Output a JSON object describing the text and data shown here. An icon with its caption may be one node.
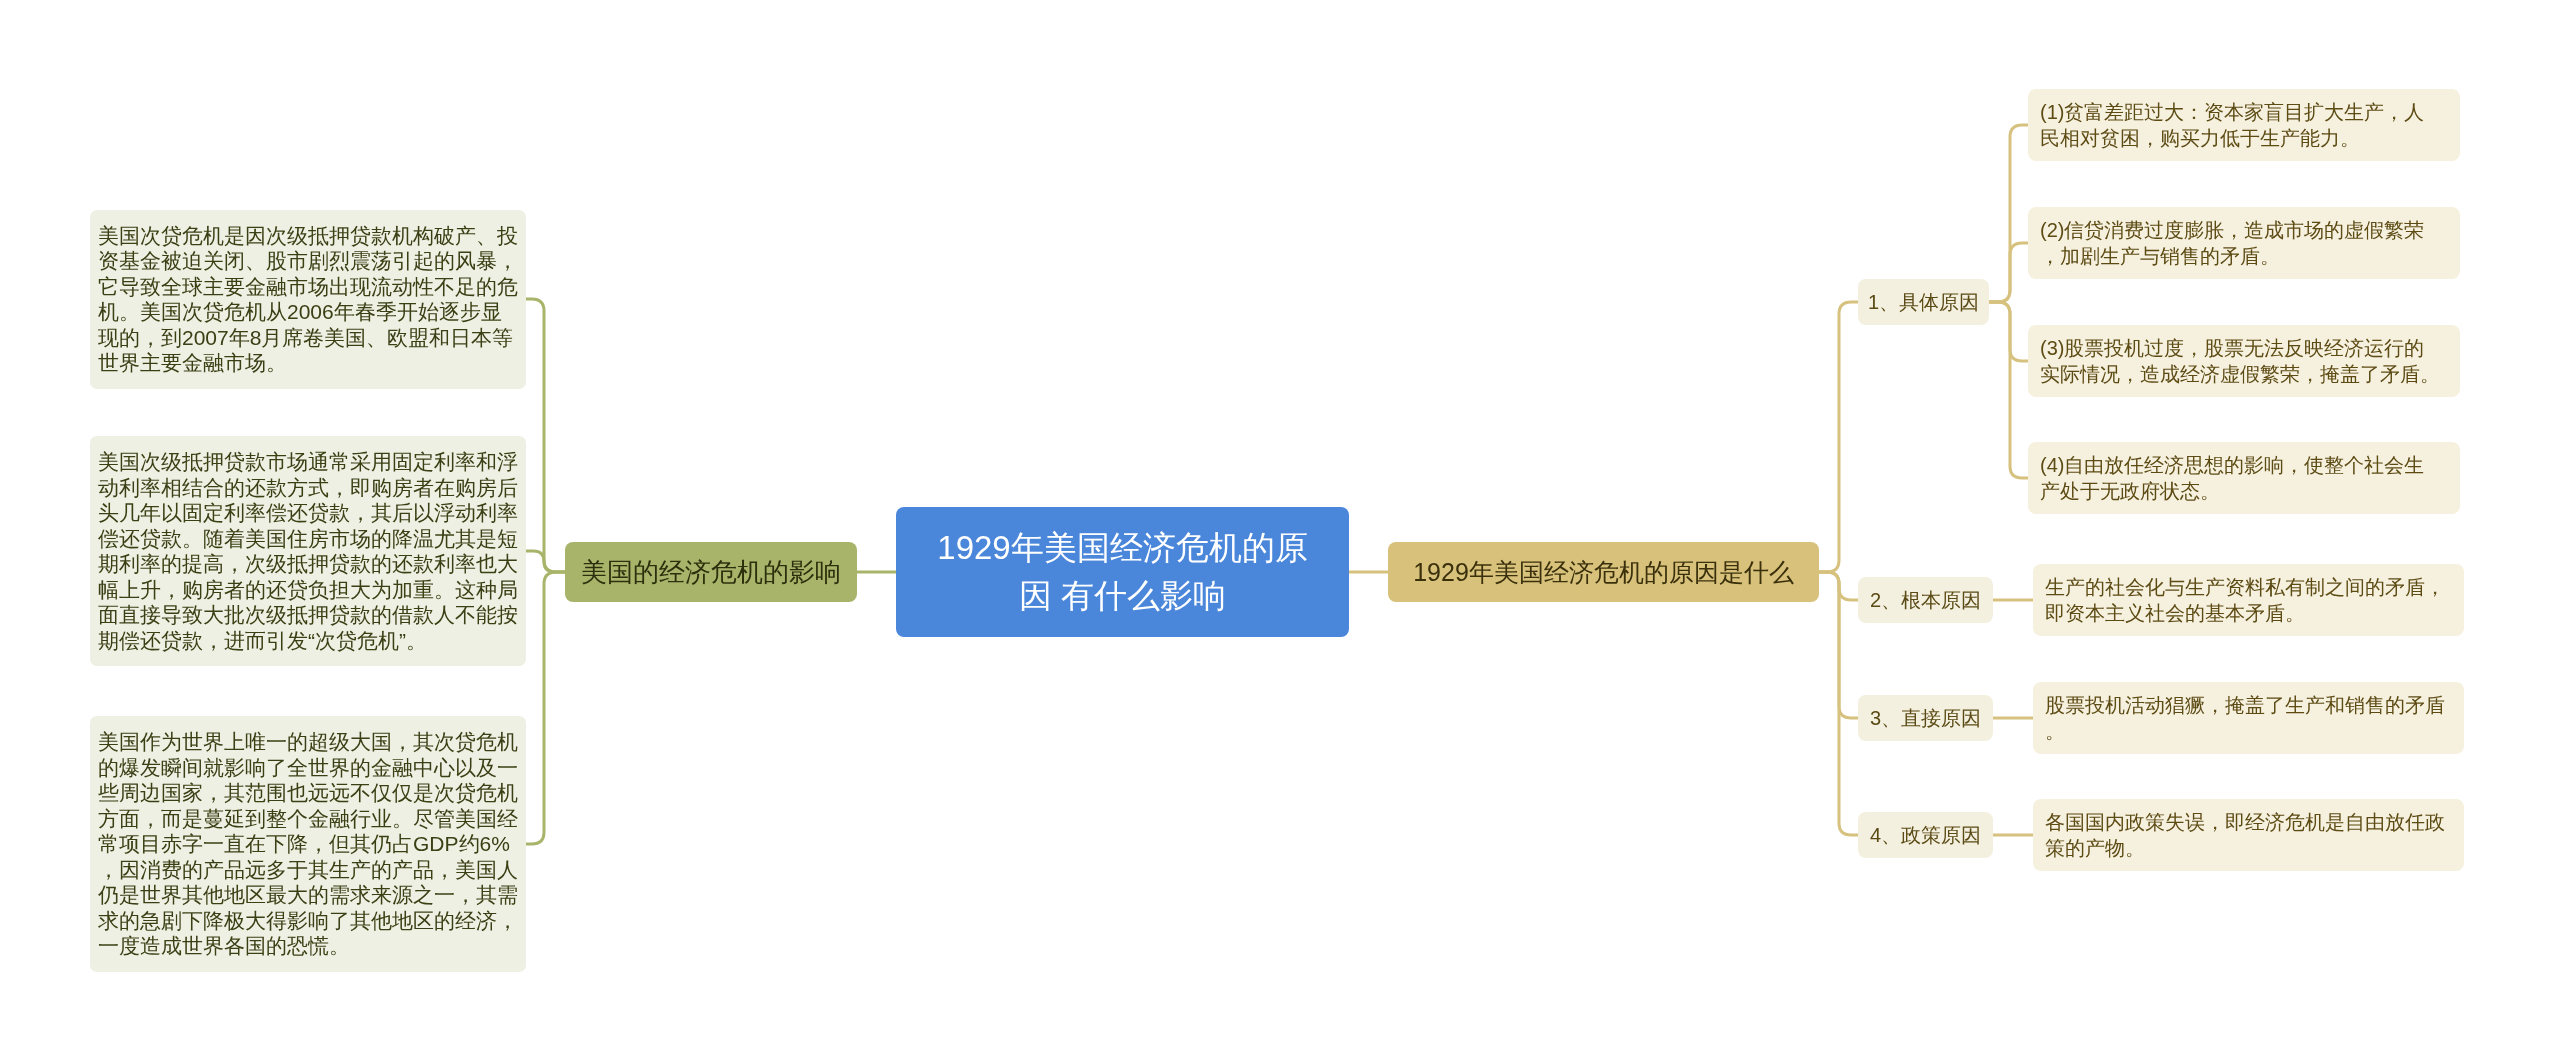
{
  "diagram": {
    "nodes": [
      {
        "text": [
          "1929年美国经济危机的原因 有什么影响"
        ]
      },
      {
        "text": [
          "美国的经济危机的影响"
        ]
      },
      {
        "text": [
          "美国次贷危机是因次级抵押贷款机构破产、投资基金被迫关闭、股市剧烈震荡引起的风暴，它导致全球主要金融市场出现流动性不足的危机。美国次贷危机从2006年春季开始逐步显现的，到2007年8月席卷美国、欧盟和日本等世界主要金融市场。"
        ]
      },
      {
        "text": [
          "美国次级抵押贷款市场通常采用固定利率和浮动利率相结合的还款方式，即购房者在购房后头几年以固定利率偿还贷款，其后以浮动利率偿还贷款。随着美国住房市场的降温尤其是短期利率的提高，次级抵押贷款的还款利率也大幅上升，购房者的还贷负担大为加重。这种局面直接导致大批次级抵押贷款的借款人不能按期偿还贷款，进而引发“次贷危机”。"
        ]
      },
      {
        "text": [
          "美国作为世界上唯一的超级大国，其次贷危机的爆发瞬间就影响了全世界的金融中心以及一些周边国家，其范围也远远不仅仅是次贷危机方面，而是蔓延到整个金融行业。尽管美国经常项目赤字一直在下降，但其仍占GDP约6%，因消费的产品远多于其生产的产品，美国人仍是世界其他地区最大的需求来源之一，其需求的急剧下降极大得影响了其他地区的经济，一度造成世界各国的恐慌。"
        ]
      },
      {
        "text": [
          "1929年美国经济危机的原因是什么"
        ]
      },
      {
        "text": [
          "1、具体原因"
        ]
      },
      {
        "text": [
          "(1)贫富差距过大：资本家盲目扩大生产，人民相对贫困，购买力低于生产能力。"
        ]
      },
      {
        "text": [
          "(2)信贷消费过度膨胀，造成市场的虚假繁荣，加剧生产与销售的矛盾。"
        ]
      },
      {
        "text": [
          "(3)股票投机过度，股票无法反映经济运行的实际情况，造成经济虚假繁荣，掩盖了矛盾。"
        ]
      },
      {
        "text": [
          "(4)自由放任经济思想的影响，使整个社会生产处于无政府状态。"
        ]
      },
      {
        "text": [
          "2、根本原因"
        ]
      },
      {
        "text": [
          "生产的社会化与生产资料私有制之间的矛盾，即资本主义社会的基本矛盾。"
        ]
      },
      {
        "text": [
          "3、直接原因"
        ]
      },
      {
        "text": [
          "股票投机活动猖獗，掩盖了生产和销售的矛盾。"
        ]
      },
      {
        "text": [
          "4、政策原因"
        ]
      },
      {
        "text": [
          "各国国内政策失误，即经济危机是自由放任政策的产物。"
        ]
      }
    ],
    "edges": [
      {
        "from": 0,
        "to": 1,
        "arrow": "none",
        "color": "#a9b46b"
      },
      {
        "from": 1,
        "to": 2,
        "arrow": "none",
        "color": "#a9b46b"
      },
      {
        "from": 1,
        "to": 3,
        "arrow": "none",
        "color": "#a9b46b"
      },
      {
        "from": 1,
        "to": 4,
        "arrow": "none",
        "color": "#a9b46b"
      },
      {
        "from": 0,
        "to": 5,
        "arrow": "none"
      },
      {
        "from": 5,
        "to": 6,
        "arrow": "none"
      },
      {
        "from": 6,
        "to": 7,
        "arrow": "none"
      },
      {
        "from": 6,
        "to": 8,
        "arrow": "none"
      },
      {
        "from": 6,
        "to": 9,
        "arrow": "none"
      },
      {
        "from": 6,
        "to": 10,
        "arrow": "none"
      },
      {
        "from": 5,
        "to": 11,
        "arrow": "none"
      },
      {
        "from": 11,
        "to": 12,
        "arrow": "none"
      },
      {
        "from": 5,
        "to": 13,
        "arrow": "none"
      },
      {
        "from": 13,
        "to": 14,
        "arrow": "none"
      },
      {
        "from": 5,
        "to": 15,
        "arrow": "none"
      },
      {
        "from": 15,
        "to": 16,
        "arrow": "none"
      }
    ]
  }
}
